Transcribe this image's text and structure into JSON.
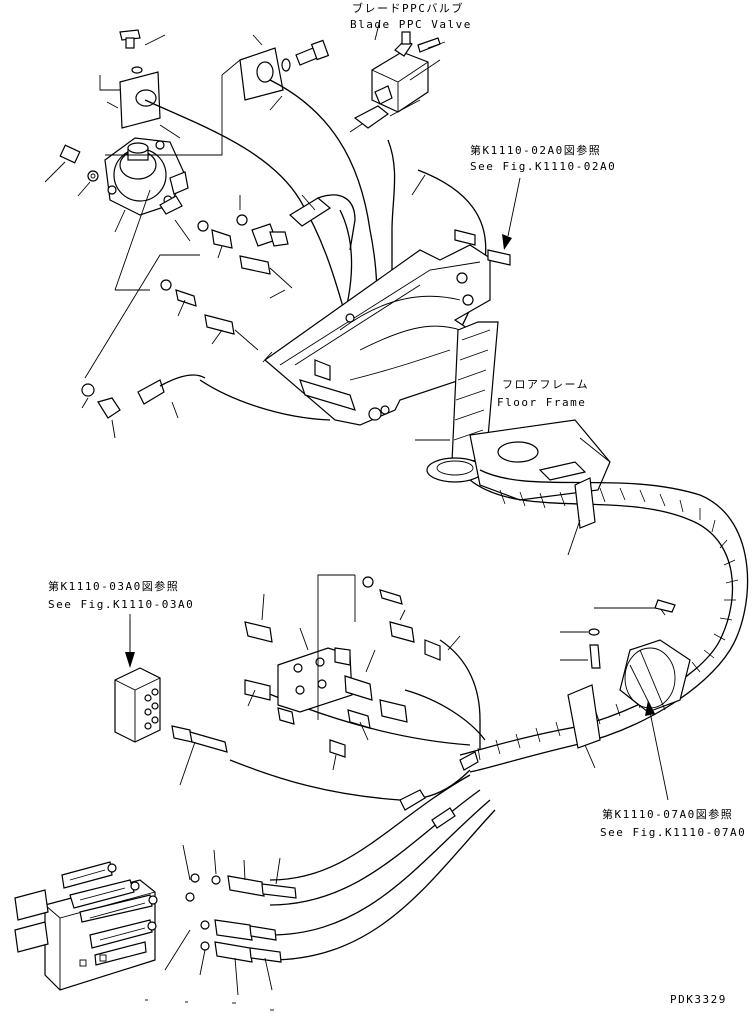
{
  "labels": {
    "blade_valve_jp": "ブレードPPCバルブ",
    "blade_valve_en": "Blade PPC Valve",
    "ref1_jp": "第K1110-02A0図参照",
    "ref1_en": "See Fig.K1110-02A0",
    "floor_frame_jp": "フロアフレーム",
    "floor_frame_en": "Floor Frame",
    "ref2_jp": "第K1110-03A0図参照",
    "ref2_en": "See Fig.K1110-03A0",
    "ref3_jp": "第K1110-07A0図参照",
    "ref3_en": "See Fig.K1110-07A0",
    "drawing_code": "PDK3329"
  }
}
